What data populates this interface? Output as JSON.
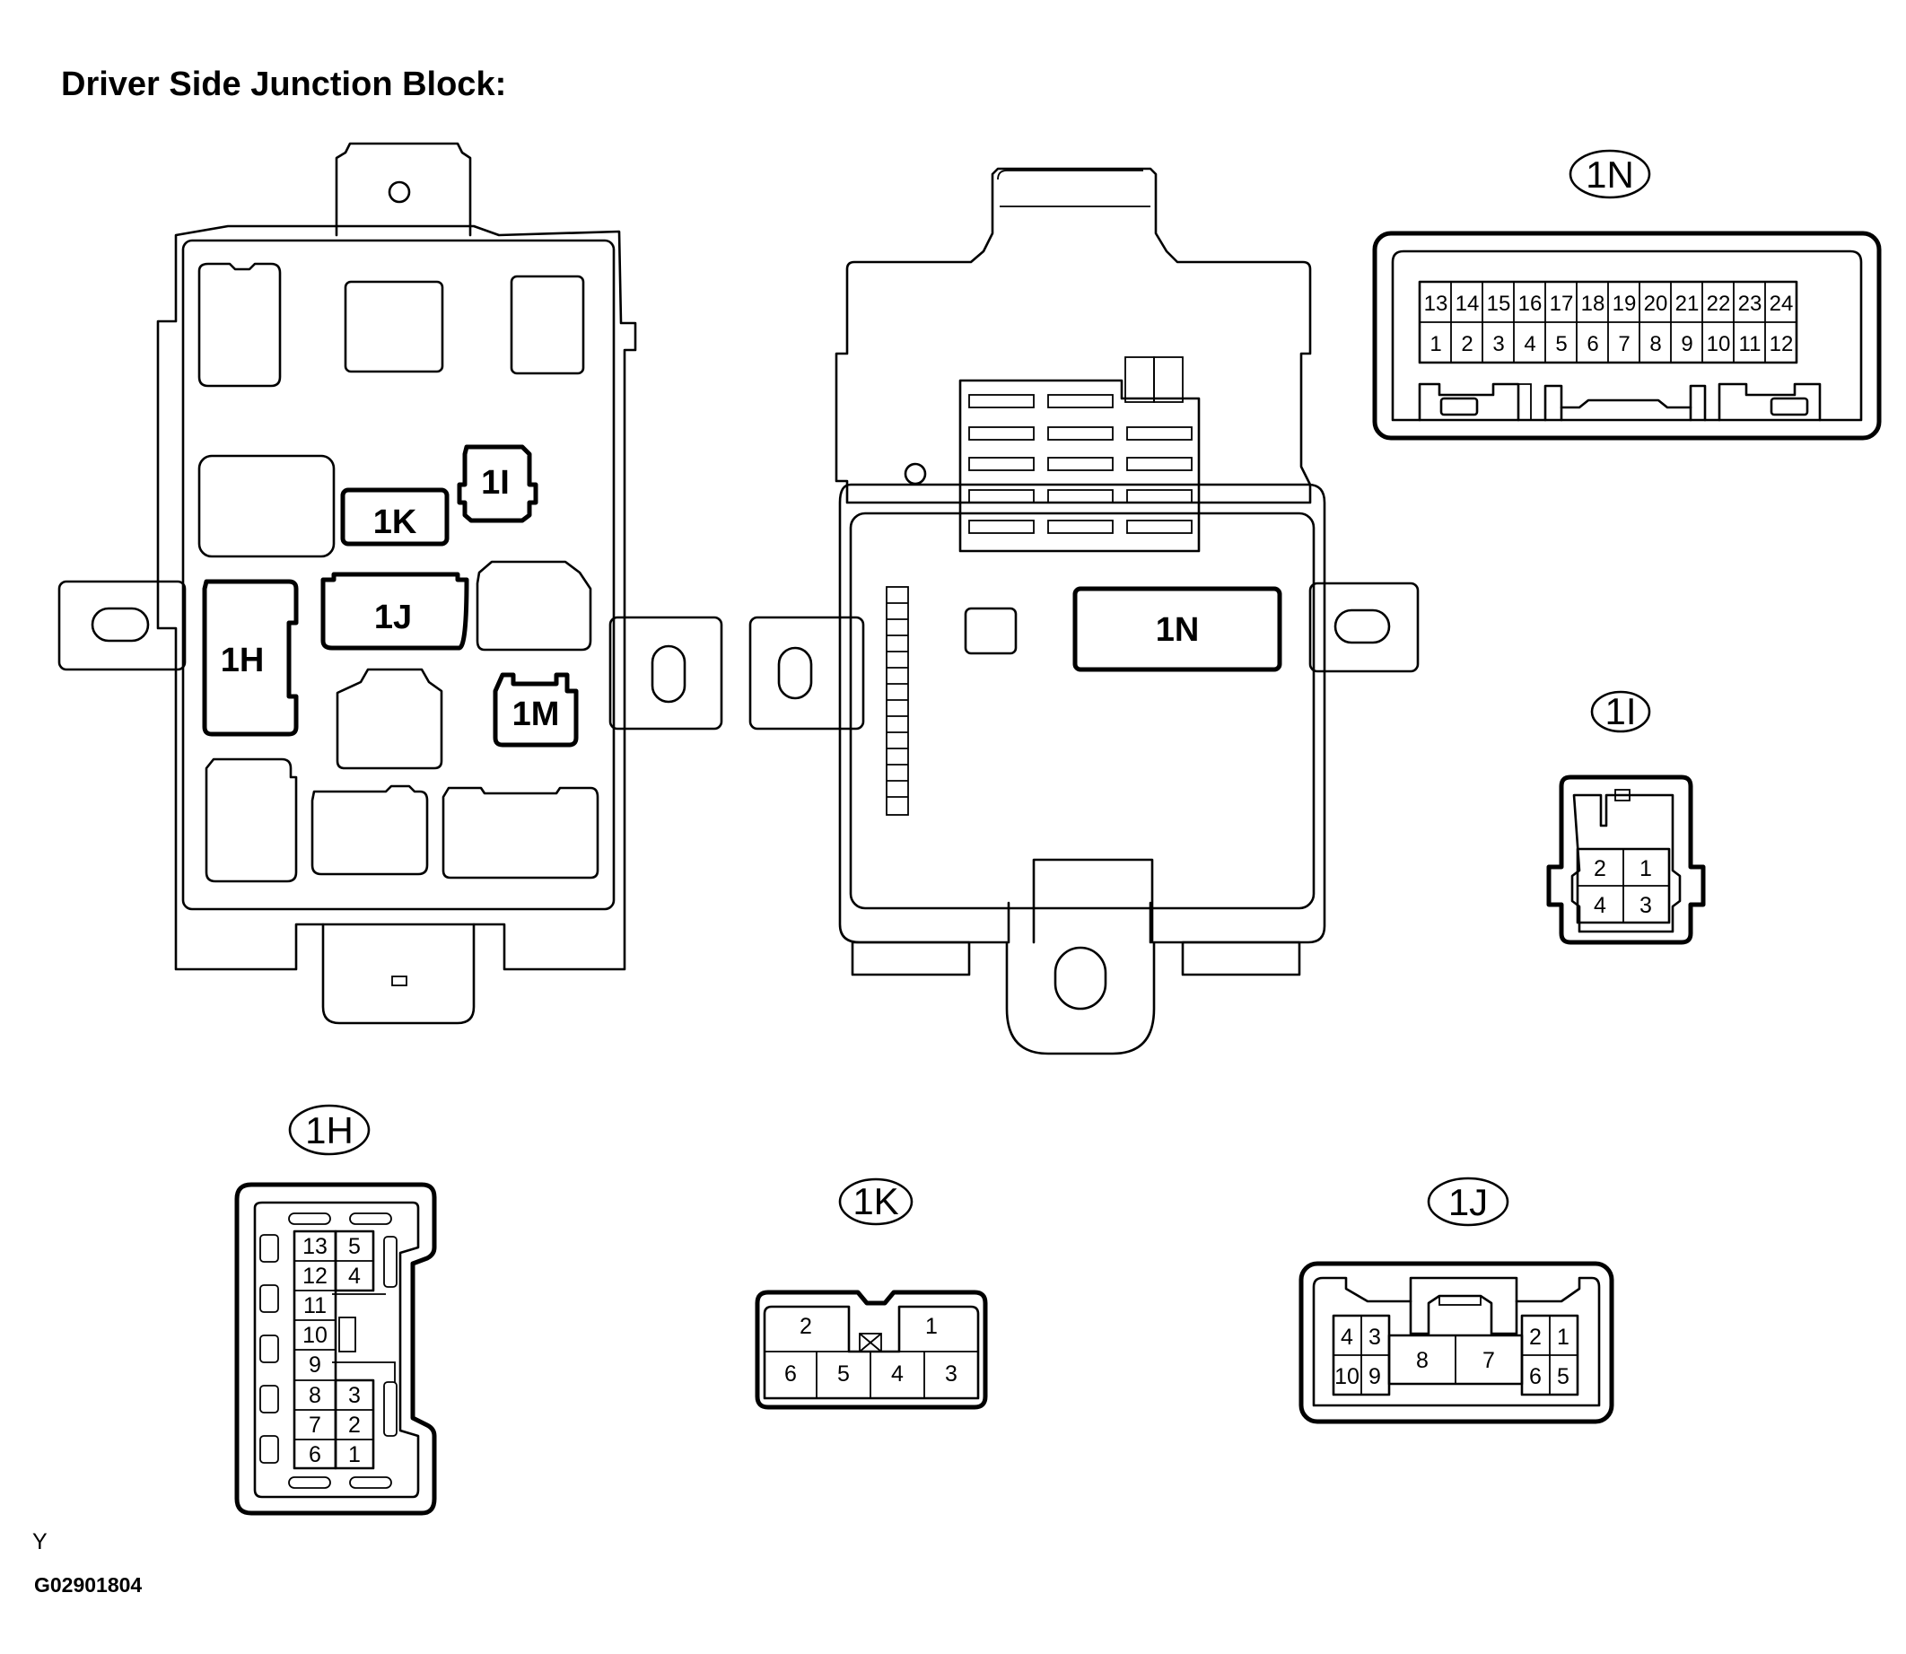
{
  "title": "Driver Side Junction Block:",
  "block_labels": {
    "left": [
      "1I",
      "1K",
      "1J",
      "1H",
      "1M"
    ],
    "right": [
      "1N"
    ]
  },
  "connectors": {
    "c1N": {
      "label": "1N",
      "top_row": [
        "13",
        "14",
        "15",
        "16",
        "17",
        "18",
        "19",
        "20",
        "21",
        "22",
        "23",
        "24"
      ],
      "bottom_row": [
        "1",
        "2",
        "3",
        "4",
        "5",
        "6",
        "7",
        "8",
        "9",
        "10",
        "11",
        "12"
      ]
    },
    "c1I": {
      "label": "1I",
      "pins": [
        "2",
        "1",
        "4",
        "3"
      ]
    },
    "c1H": {
      "label": "1H",
      "rows": [
        [
          "13",
          "5"
        ],
        [
          "12",
          "4"
        ],
        [
          "11",
          ""
        ],
        [
          "10",
          ""
        ],
        [
          "9",
          ""
        ],
        [
          "8",
          "3"
        ],
        [
          "7",
          "2"
        ],
        [
          "6",
          "1"
        ]
      ]
    },
    "c1K": {
      "label": "1K",
      "top_pins": [
        "2",
        "1"
      ],
      "bottom_pins": [
        "6",
        "5",
        "4",
        "3"
      ]
    },
    "c1J": {
      "label": "1J",
      "pins": [
        "4",
        "3",
        "10",
        "9",
        "8",
        "7",
        "2",
        "1",
        "6",
        "5"
      ]
    }
  },
  "footer": {
    "mark": "Y",
    "code": "G02901804"
  }
}
